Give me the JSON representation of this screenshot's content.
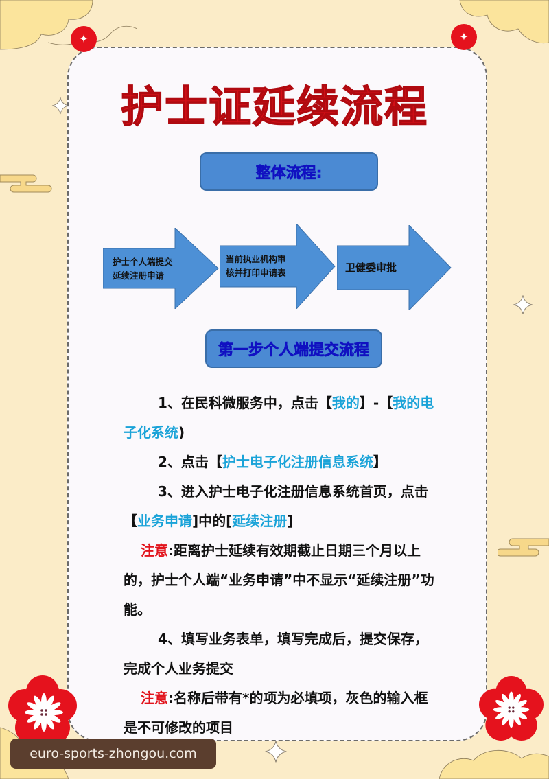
{
  "title": "护士证延续流程",
  "sections": {
    "overall": "整体流程:",
    "step1": "第一步个人端提交流程"
  },
  "flow": {
    "arrows": [
      {
        "line1": "护士个人端提交",
        "line2": "延续注册申请"
      },
      {
        "line1": "当前执业机构审",
        "line2": "核并打印申请表"
      },
      {
        "line1": "卫健委审批",
        "line2": ""
      }
    ]
  },
  "steps": {
    "s1": {
      "prefix": "1、在民科微服务中，点击【",
      "hl1": "我的",
      "mid": "】-【",
      "hl2": "我的电子化系统",
      "suffix": ")"
    },
    "s2": {
      "prefix": "2、点击【",
      "hl1": "护士电子化注册信息系统",
      "suffix": "】"
    },
    "s3": {
      "prefix": "3、进入护士电子化注册信息系统首页，点击【",
      "hl1": "业务申请",
      "mid": "]中的[",
      "hl2": "延续注册",
      "suffix": "]"
    },
    "note1": {
      "label": "注意",
      "text": ":距离护士延续有效期截止日期三个月以上的，护士个人端“业务申请”中不显示“延续注册”功能。"
    },
    "s4": {
      "text": "4、填写业务表单，填写完成后，提交保存，完成个人业务提交"
    },
    "note2": {
      "label": "注意",
      "text": ":名称后带有*的项为必填项，灰色的输入框是不可修改的项目"
    }
  },
  "colors": {
    "title_red": "#d30f17",
    "box_blue": "#4b8ad3",
    "box_text": "#1414d8",
    "highlight": "#1aa3d8",
    "note_red": "#e2141c",
    "background": "#fbecc8"
  },
  "watermark": "euro-sports-zhongou.com"
}
